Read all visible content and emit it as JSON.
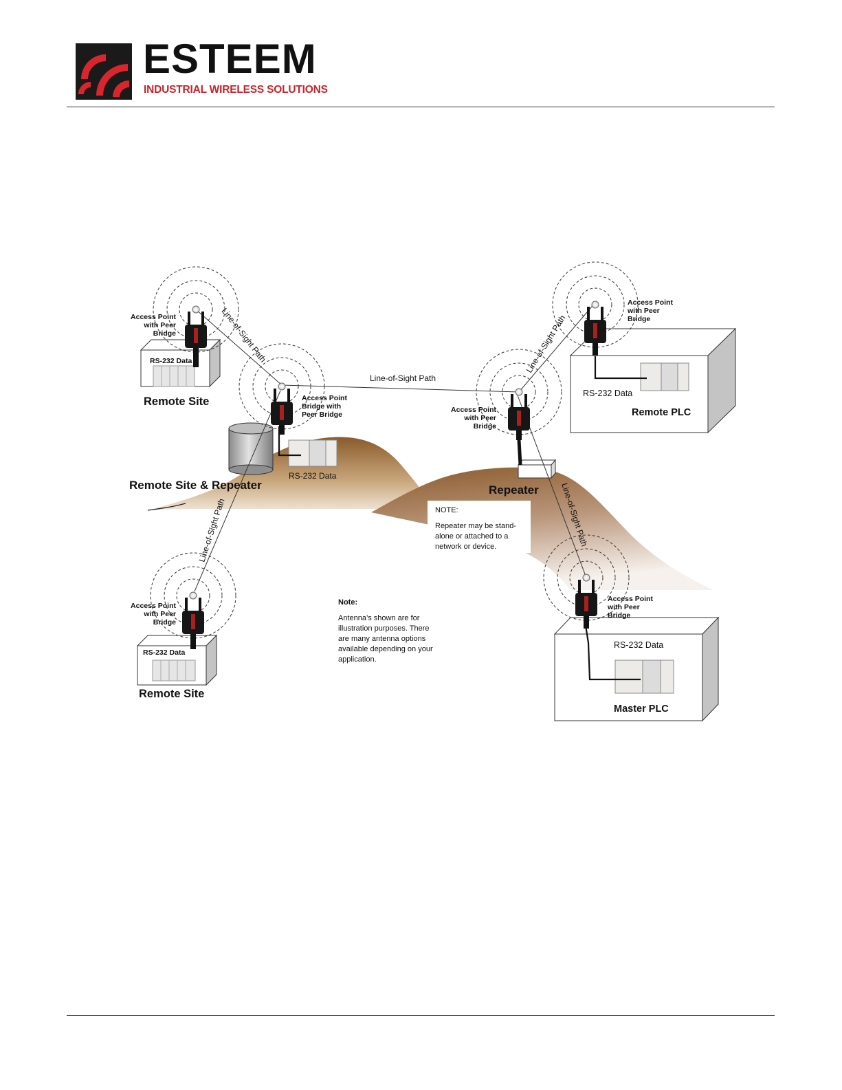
{
  "header": {
    "brand_name": "ESTEEM",
    "brand_tagline": "INDUSTRIAL WIRELESS SOLUTIONS",
    "brand_color": "#c8232b"
  },
  "diagram": {
    "radios": {
      "remote_site_top": [
        "Access Point",
        "with Peer",
        "Bridge"
      ],
      "repeater_left": [
        "Access Point",
        "Bridge with",
        "Peer Bridge"
      ],
      "remote_plc": [
        "Access Point",
        "with Peer",
        "Bridge"
      ],
      "repeater_right": [
        "Access Point",
        "with Peer",
        "Bridge"
      ],
      "remote_site_bottom": [
        "Access Point",
        "with Peer",
        "Bridge"
      ],
      "master_plc": [
        "Access Point",
        "with Peer",
        "Bridge"
      ]
    },
    "paths": {
      "top_left": "Line-of-Sight  Path",
      "middle": "Line-of-Sight  Path",
      "top_right": "Line-of-Sight  Path",
      "left_down": "Line-of-Sight  Path",
      "right_down": "Line-of-Sight  Path"
    },
    "data_labels": {
      "remote_site_top": "RS-232 Data",
      "repeater_left": "RS-232  Data",
      "remote_plc": "RS-232  Data",
      "remote_site_bottom": "RS-232 Data",
      "master_plc": "RS-232  Data"
    },
    "site_labels": {
      "remote_site_top": "Remote Site",
      "remote_site_repeater": "Remote Site & Repeater",
      "repeater": "Repeater",
      "remote_plc": "Remote PLC",
      "remote_site_bottom": "Remote Site",
      "master_plc": "Master PLC"
    },
    "repeater_note": {
      "title": "NOTE:",
      "lines": [
        "Repeater may be stand-",
        "alone or attached to a",
        "network or device."
      ]
    },
    "antenna_note": {
      "title": "Note:",
      "lines": [
        "Antenna’s shown are for",
        "illustration purposes.  There",
        "are many antenna options",
        "available  depending  on your",
        "application."
      ]
    }
  }
}
